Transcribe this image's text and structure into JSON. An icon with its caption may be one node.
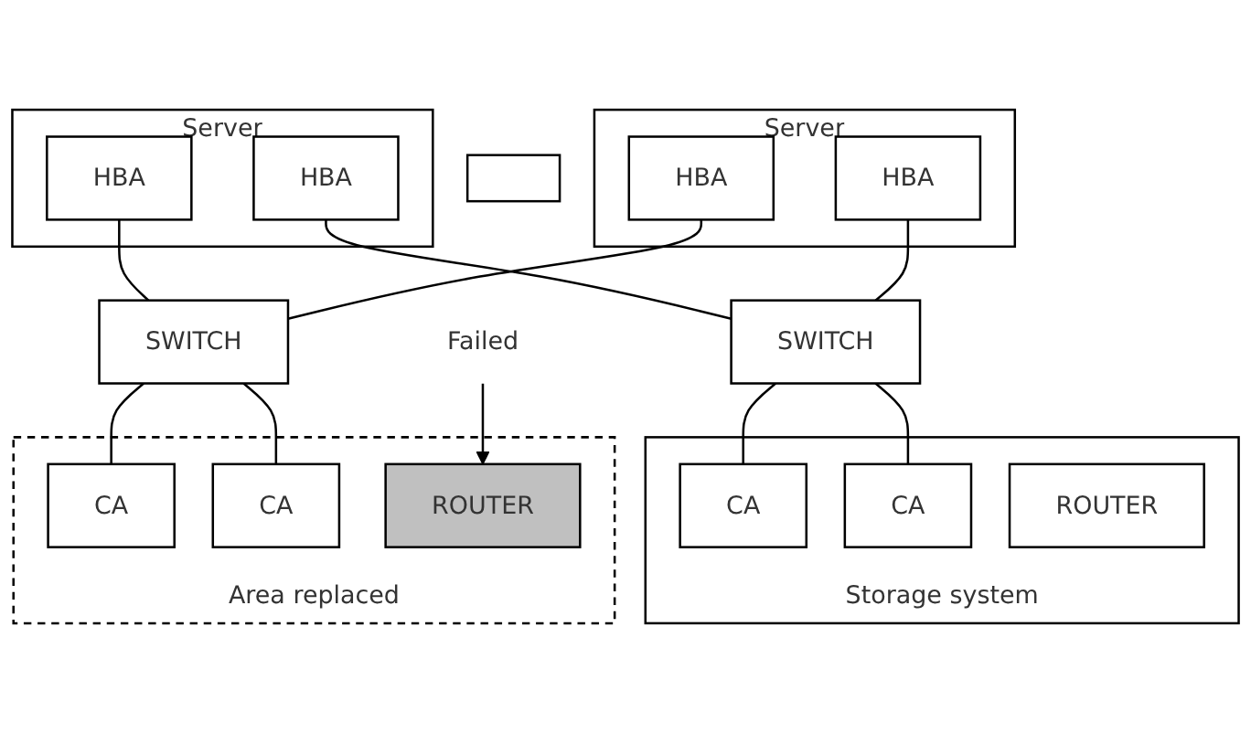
{
  "diagram": {
    "nodes": [
      {
        "text": [
          "Server"
        ]
      },
      {
        "text": [
          "HBA"
        ],
        "in": 0
      },
      {
        "text": [
          "HBA"
        ],
        "in": 0
      },
      {
        "text": [
          "Server"
        ]
      },
      {
        "text": [
          "HBA"
        ],
        "in": 3
      },
      {
        "text": [
          "HBA"
        ],
        "in": 3
      },
      {
        "text": [],
        "shape": "box"
      },
      {
        "text": [
          "SWITCH"
        ]
      },
      {
        "text": [
          "SWITCH"
        ]
      },
      {
        "text": [
          "Storage system"
        ]
      },
      {
        "text": [
          "CA"
        ],
        "in": 9
      },
      {
        "text": [
          "CA"
        ],
        "in": 9
      },
      {
        "text": [
          "ROUTER"
        ],
        "in": 9
      },
      {
        "text": [
          "Area replaced"
        ]
      },
      {
        "text": [
          "CA"
        ],
        "in": 13
      },
      {
        "text": [
          "CA"
        ],
        "in": 13
      },
      {
        "text": [
          "ROUTER"
        ],
        "in": 13
      },
      {
        "text": [
          "Failed"
        ]
      }
    ],
    "edges": [
      {
        "from": 1,
        "to": 7,
        "arrow": "none"
      },
      {
        "from": 2,
        "to": 8,
        "arrow": "none"
      },
      {
        "from": 4,
        "to": 7,
        "arrow": "none"
      },
      {
        "from": 5,
        "to": 8,
        "arrow": "none"
      },
      {
        "from": 7,
        "to": 10,
        "arrow": "none"
      },
      {
        "from": 7,
        "to": 11,
        "arrow": "none"
      },
      {
        "from": 8,
        "to": 14,
        "arrow": "none"
      },
      {
        "from": 8,
        "to": 15,
        "arrow": "none"
      },
      {
        "from": 17,
        "to": 16,
        "arrow": "to"
      }
    ]
  }
}
